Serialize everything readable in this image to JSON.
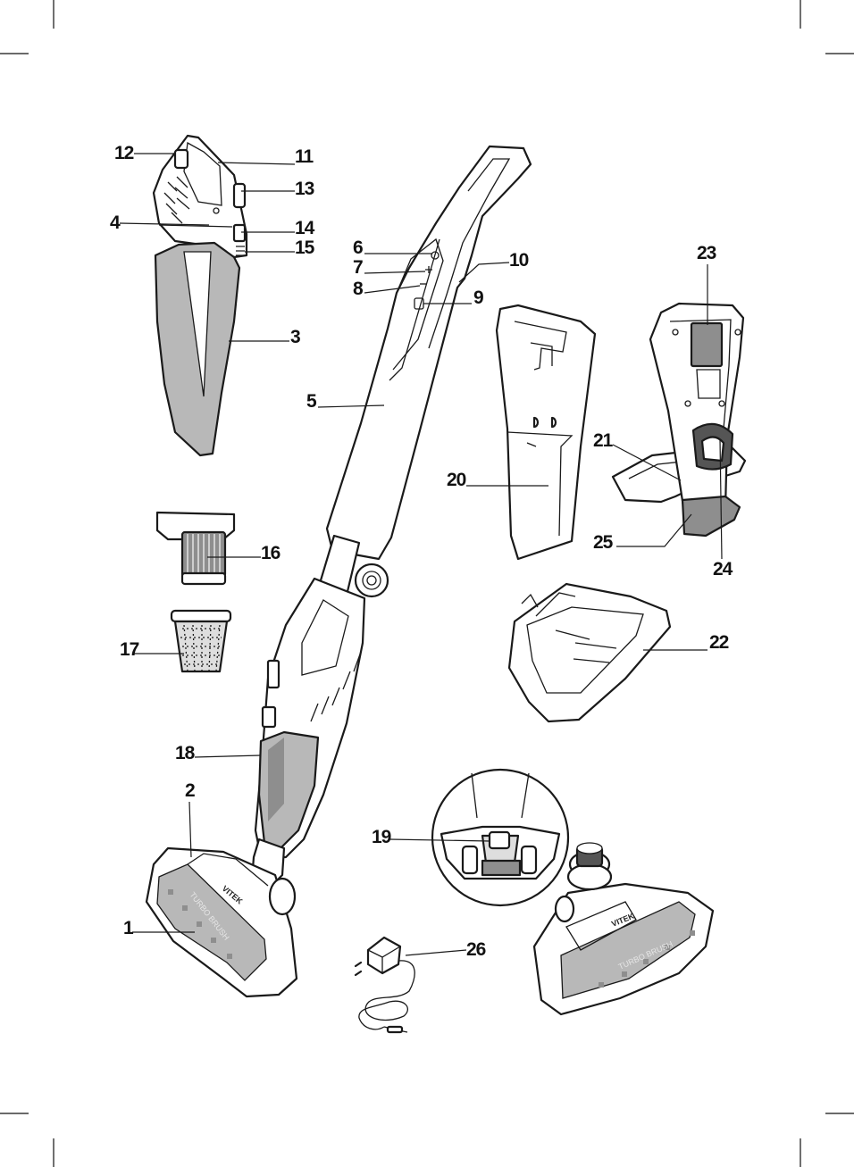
{
  "callouts": [
    {
      "id": "1",
      "text": "1"
    },
    {
      "id": "2",
      "text": "2"
    },
    {
      "id": "3",
      "text": "3"
    },
    {
      "id": "4",
      "text": "4"
    },
    {
      "id": "5",
      "text": "5"
    },
    {
      "id": "6",
      "text": "6"
    },
    {
      "id": "7",
      "text": "7"
    },
    {
      "id": "8",
      "text": "8"
    },
    {
      "id": "9",
      "text": "9"
    },
    {
      "id": "10",
      "text": "10"
    },
    {
      "id": "11",
      "text": "11"
    },
    {
      "id": "12",
      "text": "12"
    },
    {
      "id": "13",
      "text": "13"
    },
    {
      "id": "14",
      "text": "14"
    },
    {
      "id": "15",
      "text": "15"
    },
    {
      "id": "16",
      "text": "16"
    },
    {
      "id": "17",
      "text": "17"
    },
    {
      "id": "18",
      "text": "18"
    },
    {
      "id": "19",
      "text": "19"
    },
    {
      "id": "20",
      "text": "20"
    },
    {
      "id": "21",
      "text": "21"
    },
    {
      "id": "22",
      "text": "22"
    },
    {
      "id": "23",
      "text": "23"
    },
    {
      "id": "24",
      "text": "24"
    },
    {
      "id": "25",
      "text": "25"
    },
    {
      "id": "26",
      "text": "26"
    }
  ],
  "brush_printing": {
    "brand": "VITEK",
    "model_text": "TURBO BRUSH"
  },
  "colors": {
    "line": "#1a1a1a",
    "grey_fill": "#b8b8b8",
    "dark_grey_fill": "#8e8e8e",
    "light_grey_fill": "#dedede"
  }
}
